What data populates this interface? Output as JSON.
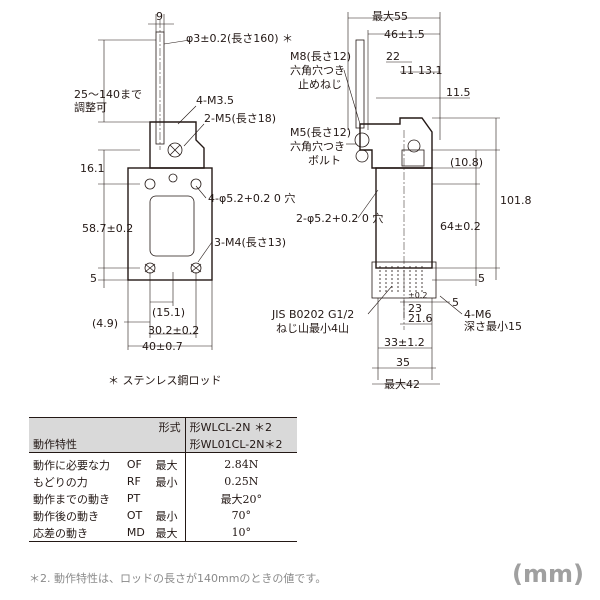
{
  "drawing": {
    "front": {
      "dim_9": "9",
      "rod": "φ3±0.2(長さ160) ＊",
      "adjust_1": "25～140まで",
      "adjust_2": "調整可",
      "m35": "4-M3.5",
      "m5_18": "2-M5(長さ18)",
      "d16_1": "16.1",
      "hole_4": "4-φ5.2+0.2 0 穴",
      "d58_7": "58.7±0.2",
      "m4_13": "3-M4(長さ13)",
      "d5": "5",
      "d15_1": "(15.1)",
      "d4_9": "(4.9)",
      "d30_2": "30.2±0.2",
      "d40": "40±0.7",
      "note": "＊ ステンレス鋼ロッド"
    },
    "side": {
      "max55": "最大55",
      "d46": "46±1.5",
      "m8_1": "M8(長さ12)",
      "m8_2": "六角穴つき",
      "m8_3": "止めねじ",
      "d22": "22",
      "d11": "11",
      "d13_1": "13.1",
      "d11_5": "11.5",
      "m5_1": "M5(長さ12)",
      "m5_2": "六角穴つき",
      "m5_3": "ボルト",
      "d10_8": "(10.8)",
      "d101_8": "101.8",
      "hole_2": "2-φ5.2+0.2 0 穴",
      "d64": "64±0.2",
      "d5": "5",
      "jis_1": "JIS B0202 G1/2",
      "jis_2": "ねじ山最小4山",
      "d02": "±0.2",
      "d23": "23",
      "d21_6": "21.6",
      "d5b": "5",
      "m6_1": "4-M6",
      "m6_2": "深さ最小15",
      "d33": "33±1.2",
      "d35": "35",
      "max42": "最大42"
    }
  },
  "table": {
    "form_label": "形式",
    "model_1": "形WLCL-2N ＊2",
    "model_2": "形WL01CL-2N＊2",
    "char_label": "動作特性",
    "rows": [
      {
        "name": "動作に必要な力",
        "code": "OF",
        "lim": "最大",
        "val": "2.84N"
      },
      {
        "name": "もどりの力",
        "code": "RF",
        "lim": "最小",
        "val": "0.25N"
      },
      {
        "name": "動作までの動き",
        "code": "PT",
        "lim": "",
        "val": "最大20°"
      },
      {
        "name": "動作後の動き",
        "code": "OT",
        "lim": "最小",
        "val": "70°"
      },
      {
        "name": "応差の動き",
        "code": "MD",
        "lim": "最大",
        "val": "10°"
      }
    ]
  },
  "footnote": "＊2. 動作特性は、ロッドの長さが140mmのときの値です。",
  "unit": "(mm)"
}
